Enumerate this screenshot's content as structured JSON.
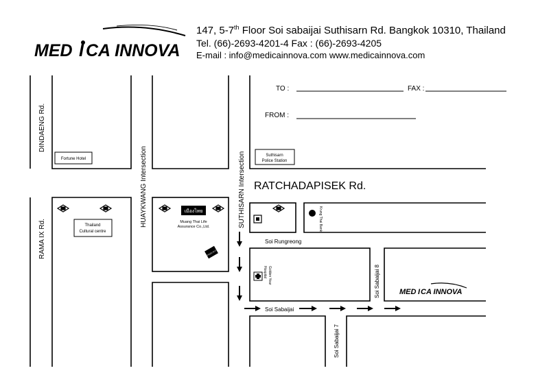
{
  "header": {
    "logo_text_left": "MED",
    "logo_text_right": "CA INNOVA",
    "address_line1": "147, 5-7",
    "address_sup": "th",
    "address_line1_rest": " Floor Soi sabaijai Suthisarn Rd. Bangkok 10310, Thailand",
    "tel_fax": "Tel. (66)-2693-4201-4   Fax : (66)-2693-4205",
    "email_web": "E-mail : info@medicainnova.com     www.medicainnova.com"
  },
  "form": {
    "to_label": "TO :",
    "fax_label": "FAX :",
    "from_label": "FROM :"
  },
  "roads": {
    "dindaeng": "DINDAENG Rd.",
    "rama9": "RAMA IX Rd.",
    "huaykwang": "HUAYKWANG Intersection",
    "suthisarn": "SUTHISARN Intersection",
    "ratchadapisek": "RATCHADAPISEK Rd.",
    "soi_rungreong": "Soi Rungreong",
    "soi_sabaijai": "Soi Sabaijai",
    "soi_sabaijai_8": "Soi Sabaijai 8",
    "soi_sabaijai_7": "Soi Sabaijai 7"
  },
  "places": {
    "fortune_hotel": "Fortune Hotel",
    "thailand_cultural_1": "Thailand",
    "thailand_cultural_2": "Cultural centre",
    "muang_thai_logo": "เมืองไทย",
    "muang_thai_1": "Muang Thai Life",
    "muang_thai_2": "Assurance Co.,Ltd.",
    "police_1": "Suthisarn",
    "police_2": "Police Station",
    "krung_thai": "Krung Thai Bank",
    "golden_year_1": "Golden Year",
    "golden_year_2": "Hospital",
    "pizza": "PIZZA HUT",
    "medica_map_left": "MED",
    "medica_map_right": "CA INNOVA"
  }
}
